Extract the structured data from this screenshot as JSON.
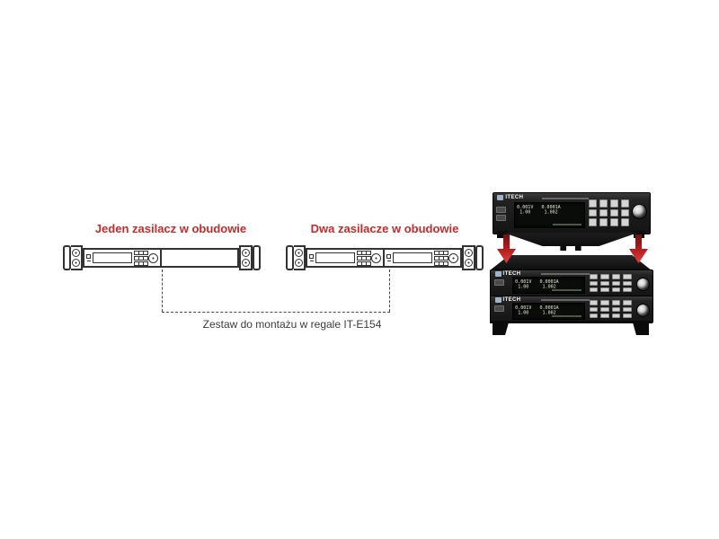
{
  "diagram": {
    "headings": {
      "single": "Jeden zasilacz w obudowie",
      "double": "Dwa zasilacze w obudowie"
    },
    "caption": "Zestaw do montażu w regale IT-E154",
    "heading_color": "#c62a2a",
    "line_color": "#333333",
    "dash_color": "#4a4a4a",
    "arrow_color": "#c22222"
  },
  "device": {
    "brand": "ITECH",
    "display": {
      "row1": "0.001V   0.0001A",
      "row2": " 1.00     1.002"
    }
  }
}
